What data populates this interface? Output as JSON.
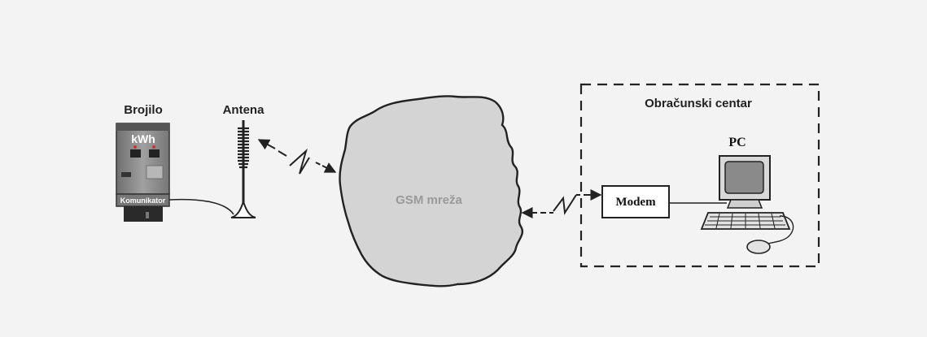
{
  "labels": {
    "meter": "Brojilo",
    "meter_display": "kWh",
    "communicator": "Komunikator",
    "antenna": "Antena",
    "network": "GSM mreža",
    "center": "Obračunski centar",
    "modem": "Modem",
    "pc": "PC"
  },
  "colors": {
    "background": "#f3f3f3",
    "cloud_fill": "#d4d4d4",
    "meter_body": "#8a8a8a",
    "line": "#222222"
  }
}
